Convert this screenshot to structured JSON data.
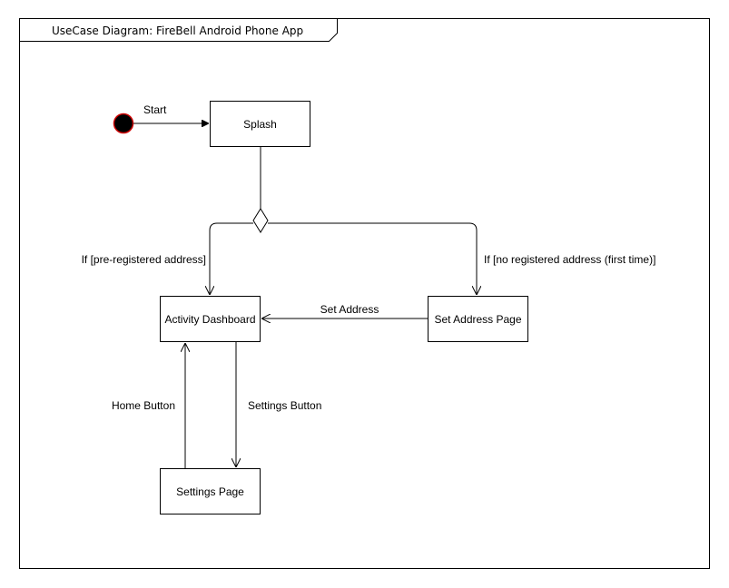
{
  "frame": {
    "title": "UseCase Diagram: FireBell Android Phone App"
  },
  "colors": {
    "initial_node_fill": "#000000",
    "initial_node_stroke": "#cc0000",
    "line": "#000000",
    "background": "#ffffff"
  },
  "nodes": {
    "splash": "Splash",
    "activity_dashboard": "Activity Dashboard",
    "set_address_page": "Set Address Page",
    "settings_page": "Settings Page"
  },
  "edges": {
    "start": "Start",
    "if_registered": "If [pre-registered address]",
    "if_not_registered": "If [no registered address (first time)]",
    "set_address": "Set Address",
    "settings_button": "Settings Button",
    "home_button": "Home Button"
  }
}
